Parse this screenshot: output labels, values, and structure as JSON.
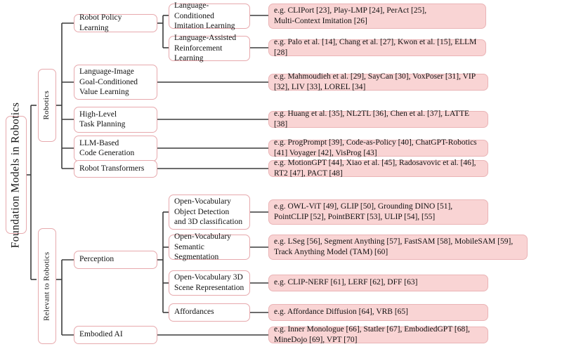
{
  "diagram": {
    "title": "Foundation Models in Robotics",
    "type": "taxonomy-tree",
    "colors": {
      "leaf_fill": "#f9d4d4",
      "node_fill": "#ffffff",
      "node_border": "#e7a9ad",
      "edge": "#3c3c3c",
      "text": "#111111"
    }
  },
  "root": {
    "label": "Foundation Models in Robotics"
  },
  "level1": [
    {
      "label": "Robotics"
    },
    {
      "label": "Relevant to Robotics"
    }
  ],
  "robotics": {
    "robot_policy_learning": {
      "label": "Robot Policy Learning",
      "children": [
        {
          "label": "Language-Conditioned\nImitation Learning",
          "examples": "e.g. CLIPort [23], Play-LMP [24], PerAct [25],\nMulti-Context Imitation [26]"
        },
        {
          "label": "Language-Assisted\nReinforcement Learning",
          "examples": "e.g. Palo et al. [14], Chang et al. [27], Kwon et al. [15], ELLM [28]"
        }
      ]
    },
    "value_learning": {
      "label": "Language-Image\nGoal-Conditioned\nValue Learning",
      "examples": "e.g. Mahmoudieh et al. [29], SayCan [30], VoxPoser [31], VIP [32], LIV [33], LOREL [34]"
    },
    "task_planning": {
      "label": "High-Level\nTask Planning",
      "examples": "e.g. Huang et al. [35], NL2TL [36], Chen et al. [37], LATTE [38]"
    },
    "code_generation": {
      "label": "LLM-Based\nCode Generation",
      "examples": "e.g. ProgPrompt [39], Code-as-Policy [40], ChatGPT-Robotics [41] Voyager [42], VisProg [43]"
    },
    "robot_transformers": {
      "label": "Robot Transformers",
      "examples": "e.g. MotionGPT [44], Xiao et al. [45], Radosavovic et al. [46], RT2 [47], PACT [48]"
    }
  },
  "relevant": {
    "perception": {
      "label": "Perception",
      "children": [
        {
          "label": "Open-Vocabulary\nObject Detection\nand 3D classification",
          "examples": "e.g. OWL-ViT [49], GLIP [50], Grounding DINO [51],\nPointCLIP [52], PointBERT [53], ULIP [54], [55]"
        },
        {
          "label": "Open-Vocabulary\nSemantic Segmentation",
          "examples": "e.g. LSeg [56], Segment Anything [57], FastSAM [58], MobileSAM [59],\nTrack Anything Model (TAM) [60]"
        },
        {
          "label": "Open-Vocabulary 3D\nScene Representation",
          "examples": "e.g. CLIP-NERF [61], LERF [62], DFF [63]"
        },
        {
          "label": "Affordances",
          "examples": "e.g. Affordance Diffusion [64], VRB [65]"
        }
      ]
    },
    "embodied_ai": {
      "label": "Embodied AI",
      "examples": "e.g. Inner Monologue [66], Statler [67], EmbodiedGPT [68], MineDojo [69], VPT [70]"
    }
  }
}
